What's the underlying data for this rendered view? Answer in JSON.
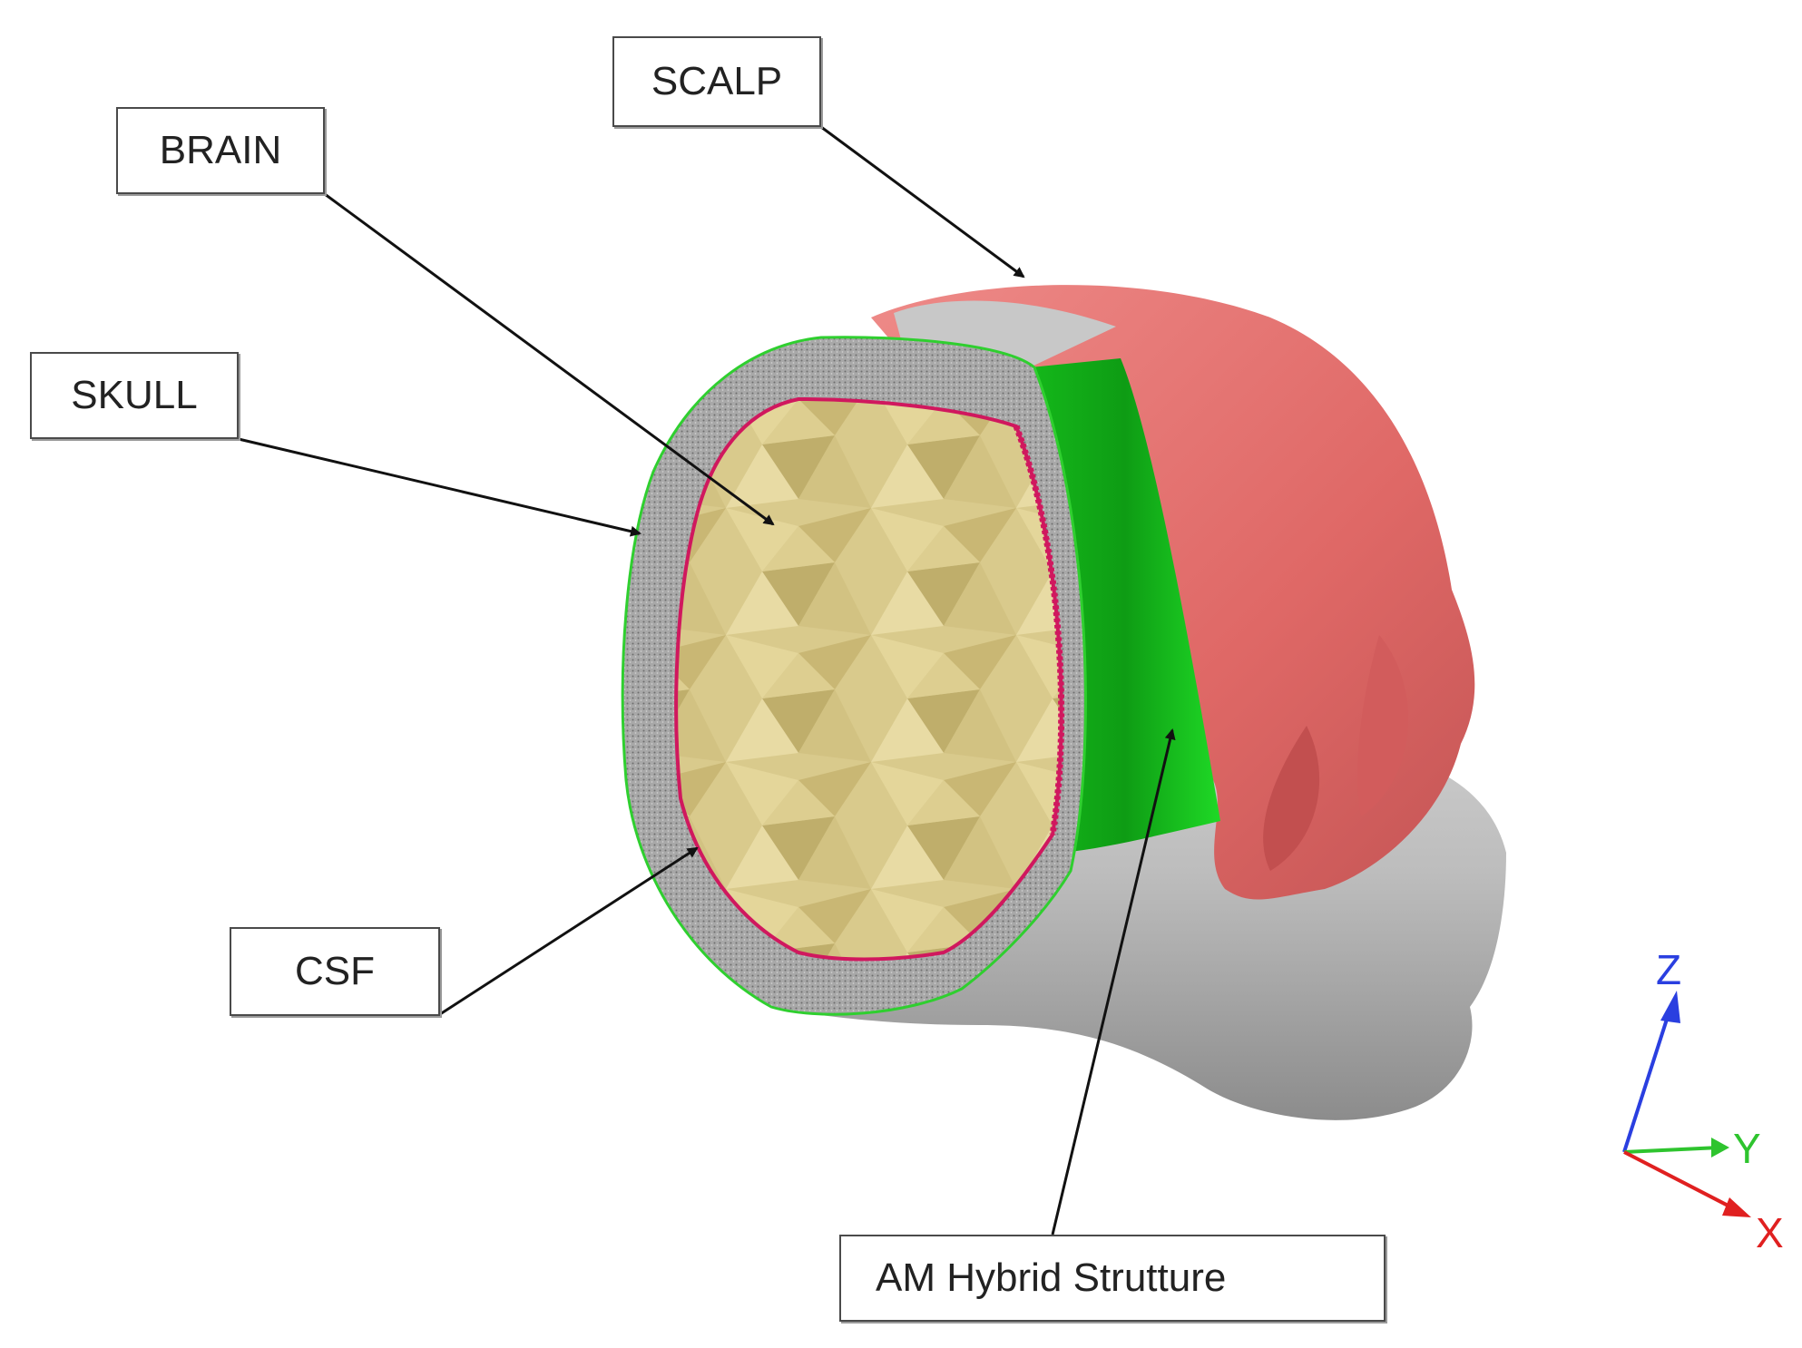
{
  "labels": {
    "scalp": "SCALP",
    "brain": "BRAIN",
    "skull": "SKULL",
    "csf": "CSF",
    "am_hybrid": "AM Hybrid Strutture"
  },
  "axes": {
    "z": "Z",
    "y": "Y",
    "x": "X"
  },
  "colors": {
    "scalp": "#e06a6a",
    "skull_grey": "#c7c7c7",
    "skull_section": "#9a9a9a",
    "brain": "#d8c98a",
    "csf": "#d0185e",
    "am_hybrid": "#19d11e",
    "axis_z": "#2a3fe0",
    "axis_y": "#2ec42e",
    "axis_x": "#e02020"
  }
}
